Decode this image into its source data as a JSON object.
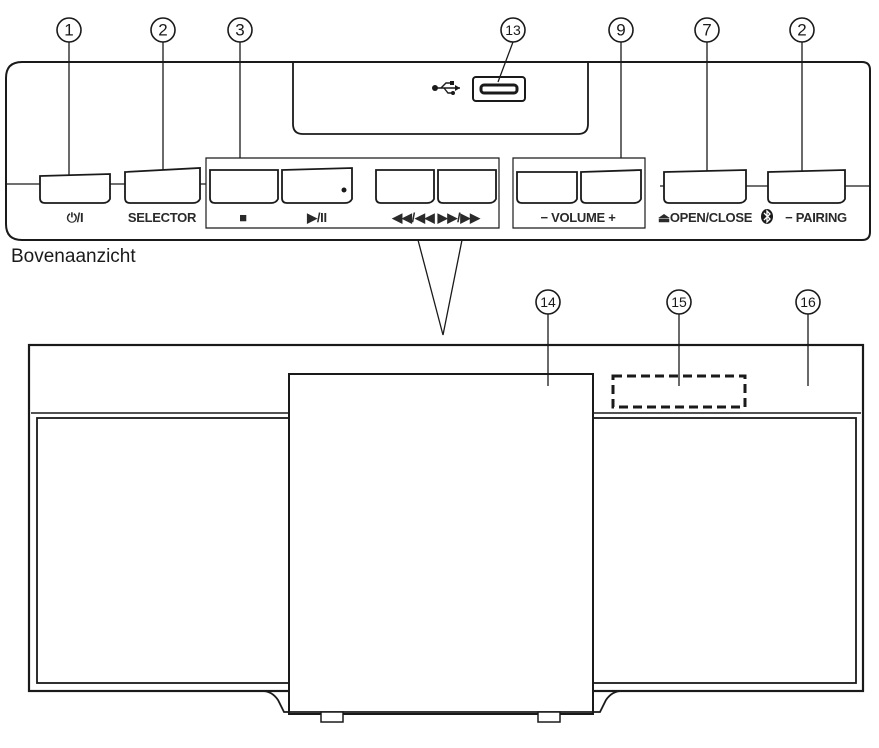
{
  "callouts": [
    "1",
    "2",
    "3",
    "13",
    "9",
    "7",
    "2",
    "14",
    "15",
    "16"
  ],
  "labels": {
    "power": "⏻/I",
    "selector": "SELECTOR",
    "stop": "■",
    "play_pause": "▶/II",
    "skip": "◀◀/◀◀  ▶▶/▶▶",
    "volume": "− VOLUME +",
    "open_close": "⏏OPEN/CLOSE",
    "pairing": "− PAIRING"
  },
  "caption": "Bovenaanzicht",
  "usb_symbol": "usb-icon",
  "bluetooth_symbol": "bluetooth-icon"
}
